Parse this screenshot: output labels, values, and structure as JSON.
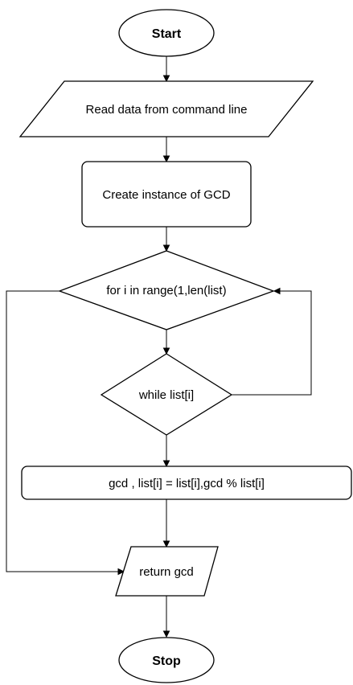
{
  "flowchart": {
    "start_label": "Start",
    "read_label": "Read data from command line",
    "create_label": "Create instance of GCD",
    "for_label": "for i in range(1,len(list)",
    "while_label": "while list[i]",
    "assign_label": "gcd , list[i] = list[i],gcd % list[i]",
    "return_label": "return gcd",
    "stop_label": "Stop"
  }
}
